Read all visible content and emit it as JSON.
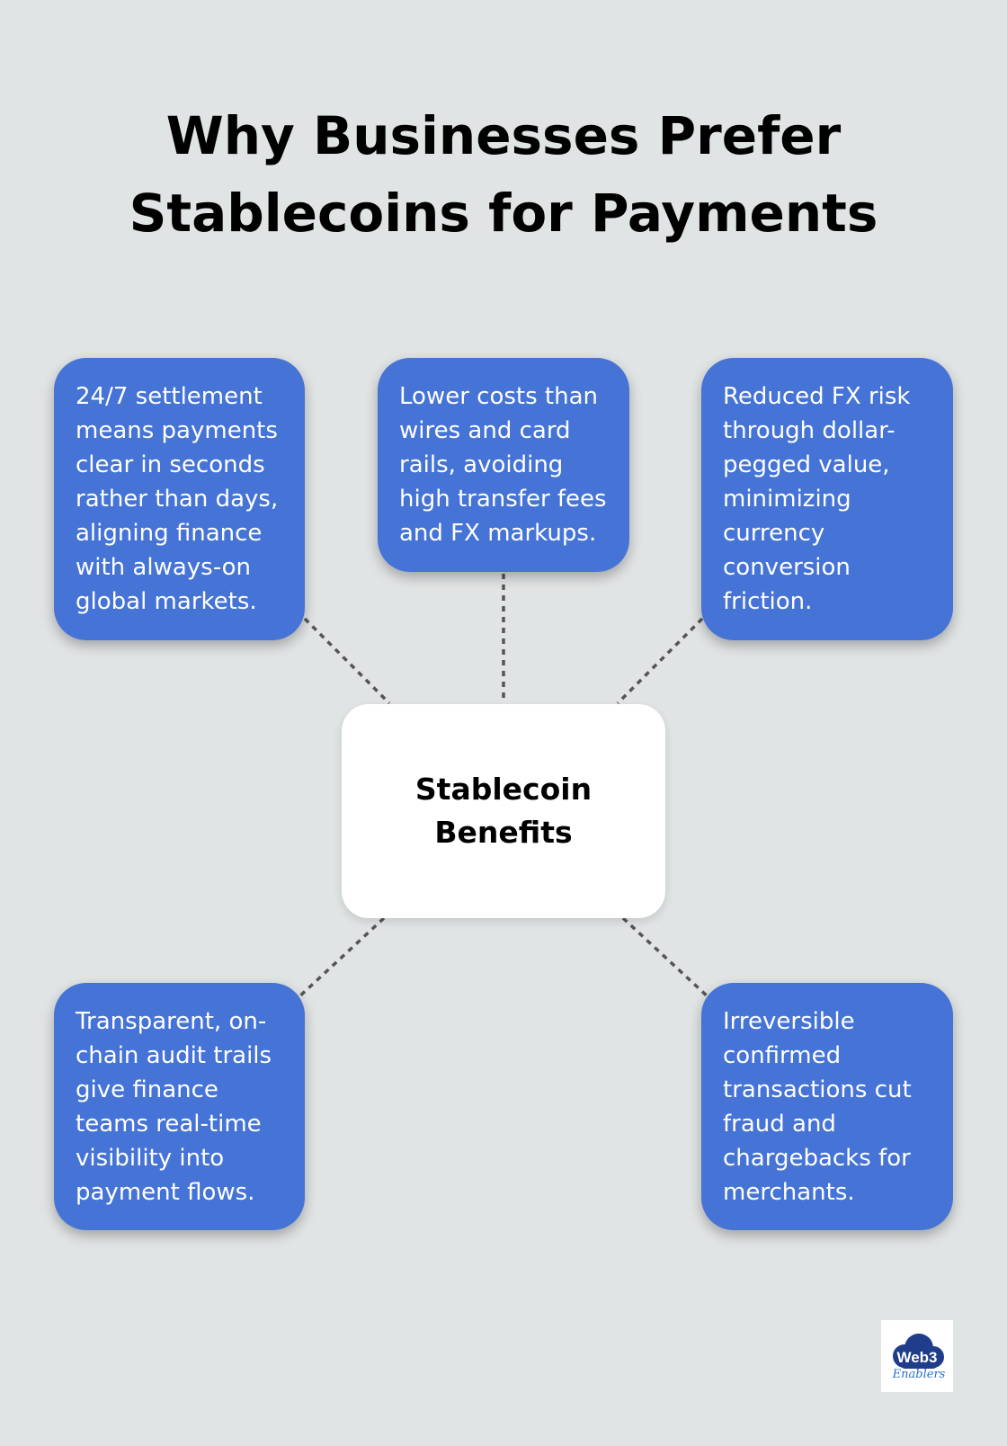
{
  "title": {
    "line1": "Why Businesses Prefer",
    "line2": "Stablecoins for Payments"
  },
  "center": {
    "label": "Stablecoin Benefits"
  },
  "benefits": [
    {
      "text": "24/7 settlement means payments clear in seconds rather than days, aligning finance with always-on global markets."
    },
    {
      "text": "Lower costs than wires and card rails, avoiding high transfer fees and FX markups."
    },
    {
      "text": "Reduced FX risk through dollar-pegged value, minimizing currency conversion friction."
    },
    {
      "text": "Transparent, on-chain audit trails give finance teams real-time visibility into payment flows."
    },
    {
      "text": "Irreversible confirmed transactions cut fraud and chargebacks for merchants."
    }
  ],
  "logo": {
    "text": "Web3",
    "script_text": "Enablers"
  },
  "colors": {
    "background": "#e1e4e4",
    "box": "#4573d6",
    "center_box": "#ffffff",
    "connector": "#555555",
    "logo_blue": "#1f3d8a"
  }
}
